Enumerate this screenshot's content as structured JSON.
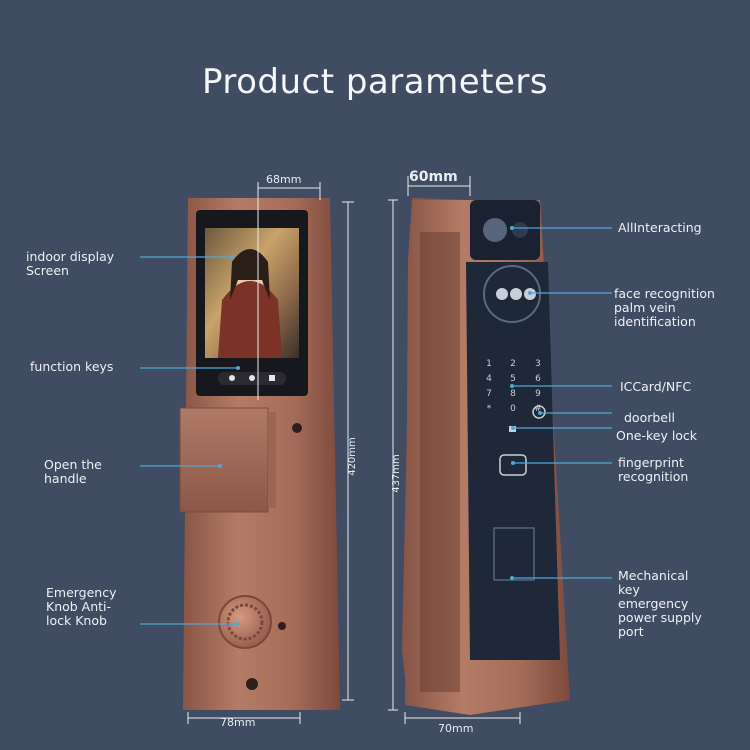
{
  "title": "Product parameters",
  "dimensions": {
    "front_top_width": "68mm",
    "front_bottom_width": "78mm",
    "front_height": "420mm",
    "side_top_width": "60mm",
    "side_bottom_width": "70mm",
    "side_height": "437mm"
  },
  "labels": {
    "indoor_display_line1": "indoor display",
    "indoor_display_line2": "Screen",
    "function_keys": "function keys",
    "open_handle_line1": "Open the",
    "open_handle_line2": "handle",
    "emergency_line1": "Emergency",
    "emergency_line2": "Knob Anti-",
    "emergency_line3": "lock Knob",
    "allinteracting": "AllInteracting",
    "face_line1": "face recognition",
    "face_line2": "palm vein",
    "face_line3": "identification",
    "iccard": "ICCard/NFC",
    "doorbell": "doorbell",
    "onekey": "One-key lock",
    "finger_line1": "fingerprint",
    "finger_line2": "recognition",
    "mech_line1": "Mechanical",
    "mech_line2": "key",
    "mech_line3": "emergency",
    "mech_line4": "power supply",
    "mech_line5": "port"
  },
  "keypad": [
    "1",
    "2",
    "3",
    "4",
    "5",
    "6",
    "7",
    "8",
    "9",
    "*",
    "0",
    "#"
  ],
  "colors": {
    "background": "#3f4c62",
    "lock_body": "#a8705c",
    "panel": "#1f2a3a",
    "callout_line": "#4fa8d8"
  }
}
